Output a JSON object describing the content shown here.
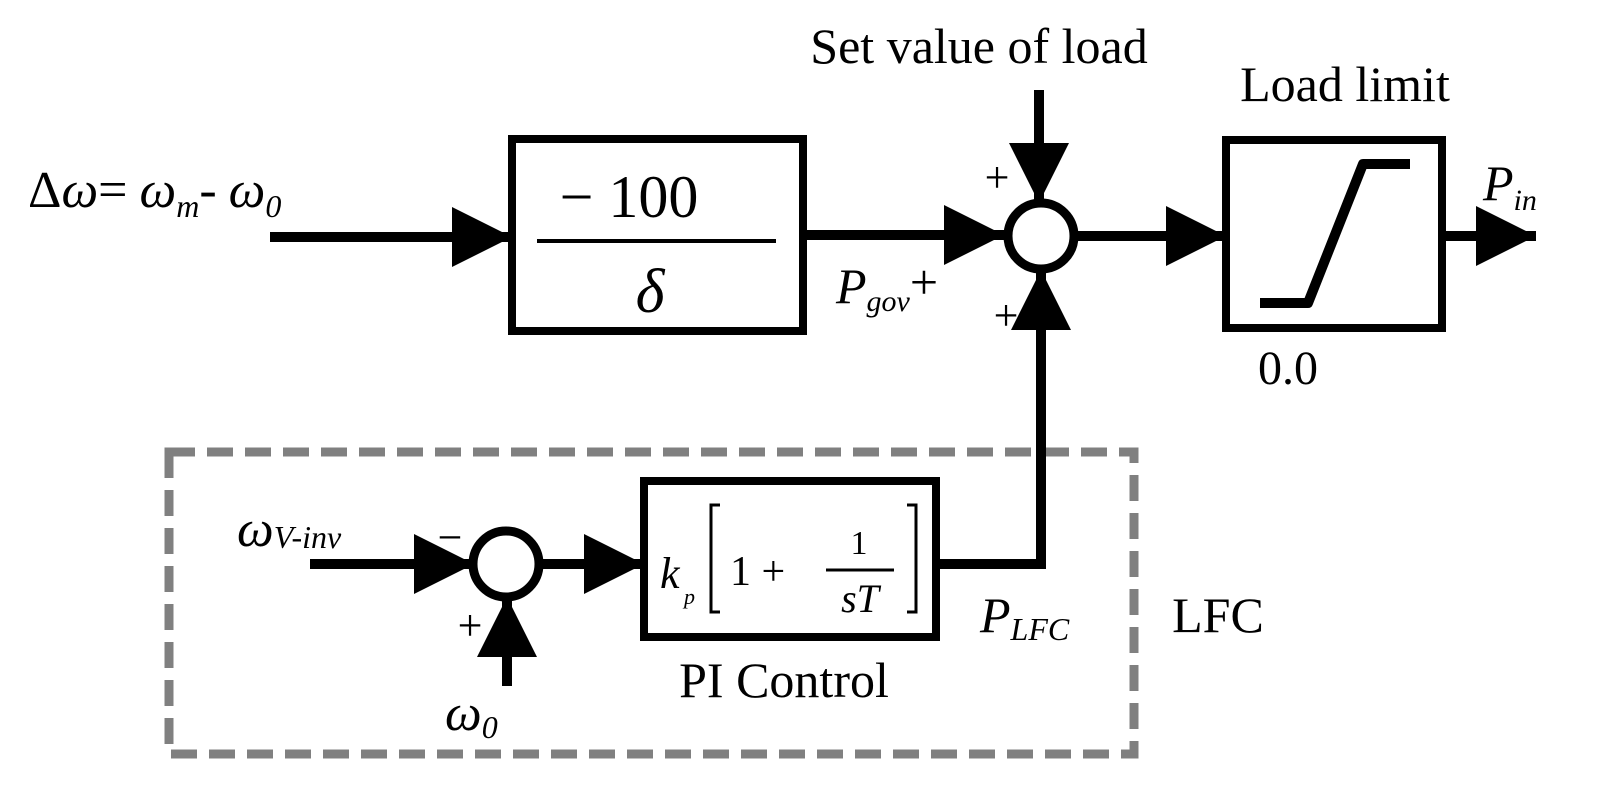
{
  "input_eq": {
    "delta": "Δ",
    "omega": "ω",
    "equals": "=",
    "omega_m": "ω",
    "m_sub": "m",
    "dash": "-",
    "omega_0": "ω",
    "zero_sub": "0"
  },
  "gain_block": {
    "numerator": "− 100",
    "denominator": "δ"
  },
  "p_gov": {
    "base": "P",
    "sub": "gov",
    "sign": "+"
  },
  "setpoint": {
    "label": "Set value of load",
    "sign": "+"
  },
  "bottom_sign": "+",
  "limiter": {
    "title": "Load limit",
    "min_label": "0.0"
  },
  "output": {
    "base": "P",
    "sub": "in"
  },
  "lfc": {
    "label": "LFC",
    "input": {
      "base": "ω",
      "sub": "V-inv",
      "sign": "−"
    },
    "ref": {
      "base": "ω",
      "sub": "0",
      "sign": "+"
    },
    "pi_block": {
      "k": "k",
      "k_sub": "p",
      "one_plus": "1 +",
      "num": "1",
      "den": "sT",
      "label": "PI Control"
    },
    "output": {
      "base": "P",
      "sub": "LFC"
    }
  }
}
